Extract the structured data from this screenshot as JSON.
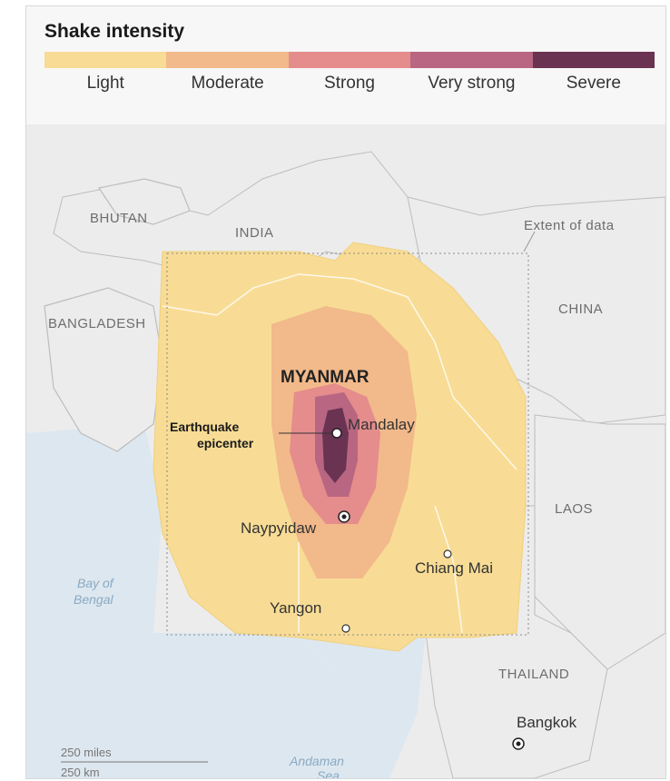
{
  "legend": {
    "title": "Shake intensity",
    "levels": [
      {
        "label": "Light",
        "color": "#f8dc95"
      },
      {
        "label": "Moderate",
        "color": "#f2b98a"
      },
      {
        "label": "Strong",
        "color": "#e58c8c"
      },
      {
        "label": "Very strong",
        "color": "#b96682"
      },
      {
        "label": "Severe",
        "color": "#6b3352"
      }
    ]
  },
  "map": {
    "countries": {
      "bhutan": "BHUTAN",
      "india": "INDIA",
      "bangladesh": "BANGLADESH",
      "china": "CHINA",
      "myanmar": "MYANMAR",
      "laos": "LAOS",
      "thailand": "THAILAND"
    },
    "water": {
      "bay_of_bengal_1": "Bay of",
      "bay_of_bengal_2": "Bengal",
      "andaman_1": "Andaman",
      "andaman_2": "Sea"
    },
    "cities": {
      "mandalay": "Mandalay",
      "naypyidaw": "Naypyidaw",
      "chiang_mai": "Chiang Mai",
      "yangon": "Yangon",
      "bangkok": "Bangkok"
    },
    "epicenter": {
      "line1": "Earthquake",
      "line2": "epicenter"
    },
    "extent_label": "Extent of data",
    "scale": {
      "miles": "250 miles",
      "km": "250 km"
    },
    "colors": {
      "land": "#ececec",
      "water": "#dde7ef",
      "border": "#ffffff",
      "other_border": "#bdbdbd"
    }
  }
}
